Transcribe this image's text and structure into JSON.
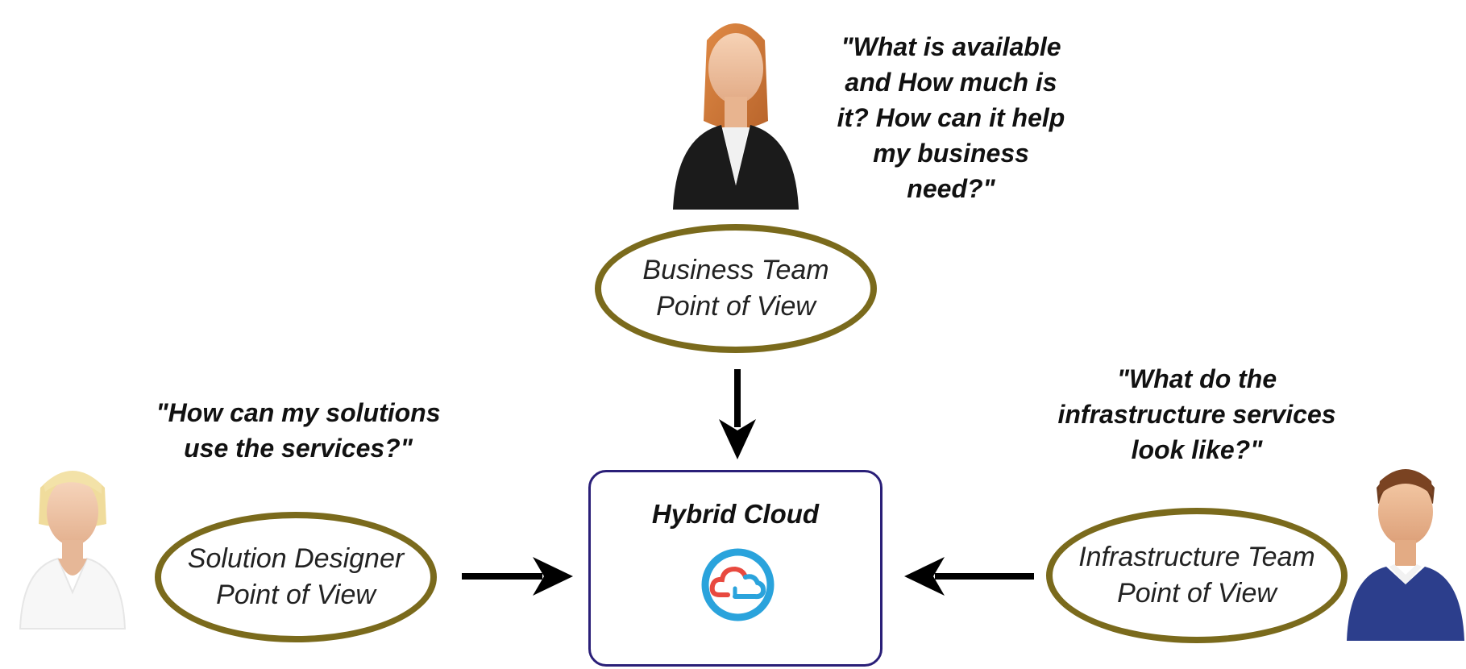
{
  "center": {
    "title": "Hybrid Cloud",
    "icon": "hybrid-cloud-icon",
    "colors": {
      "ring_outer": "#2aa3dc",
      "cloud_left": "#e8493f",
      "cloud_right": "#2aa3dc"
    }
  },
  "nodes": {
    "business": {
      "quote": "\"What is available\nand How much is\nit? How can it help\nmy business\nneed?\"",
      "label": "Business Team\nPoint of View",
      "avatar": "businesswoman-avatar-icon"
    },
    "solution": {
      "quote": "\"How can my solutions\nuse the services?\"",
      "label": "Solution Designer\nPoint of View",
      "avatar": "blonde-woman-avatar-icon"
    },
    "infrastructure": {
      "quote": "\"What do the\ninfrastructure services\nlook like?\"",
      "label": "Infrastructure Team\nPoint of View",
      "avatar": "man-avatar-icon"
    }
  },
  "colors": {
    "ellipse_border": "#7a6a1c",
    "box_border": "#2a1f78",
    "arrow": "#000000"
  }
}
